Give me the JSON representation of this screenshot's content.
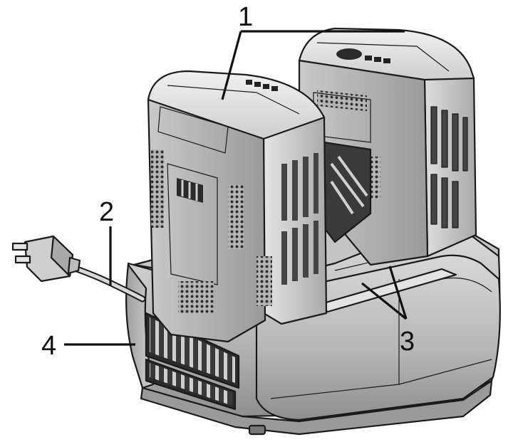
{
  "figure": {
    "callouts": [
      {
        "id": "1",
        "label": "1"
      },
      {
        "id": "2",
        "label": "2"
      },
      {
        "id": "3",
        "label": "3"
      },
      {
        "id": "4",
        "label": "4"
      }
    ]
  },
  "colors": {
    "body_light": "#dcdcdc",
    "body_mid": "#b9b9b9",
    "body_dark": "#8d8d8d",
    "vent_dark": "#2b2b2b",
    "outline": "#1a1a1a",
    "background": "#ffffff"
  }
}
